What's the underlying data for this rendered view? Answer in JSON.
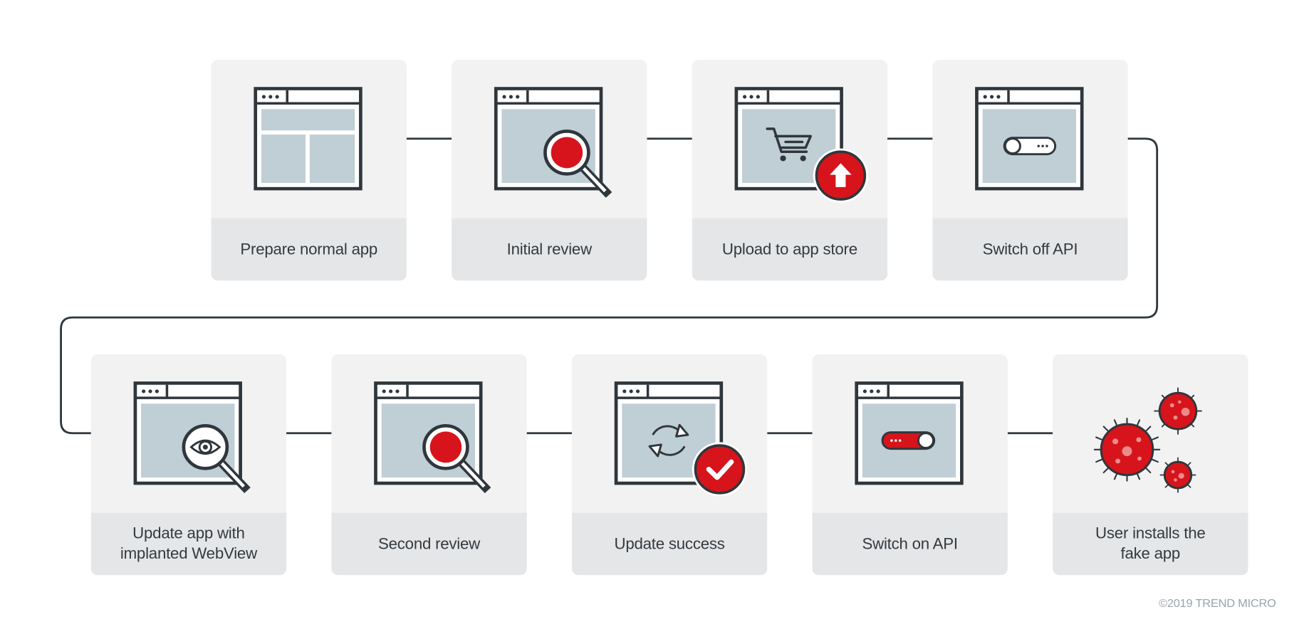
{
  "steps": [
    {
      "label": "Prepare normal app",
      "icon": "layout-window-icon"
    },
    {
      "label": "Initial review",
      "icon": "magnifier-window-icon"
    },
    {
      "label": "Upload to app store",
      "icon": "cart-upload-window-icon"
    },
    {
      "label": "Switch off API",
      "icon": "toggle-off-window-icon"
    },
    {
      "label": "Update app with\nimplanted WebView",
      "icon": "eye-magnifier-window-icon"
    },
    {
      "label": "Second review",
      "icon": "magnifier-window-icon"
    },
    {
      "label": "Update success",
      "icon": "refresh-check-window-icon"
    },
    {
      "label": "Switch on API",
      "icon": "toggle-on-window-icon"
    },
    {
      "label": "User installs the\nfake app",
      "icon": "virus-icon"
    }
  ],
  "copyright": "©2019 TREND MICRO",
  "colors": {
    "stroke": "#2f363c",
    "red": "#d7141b",
    "screen": "#c0ced6",
    "card": "#f2f2f2",
    "label_bg": "#e5e6e7"
  }
}
